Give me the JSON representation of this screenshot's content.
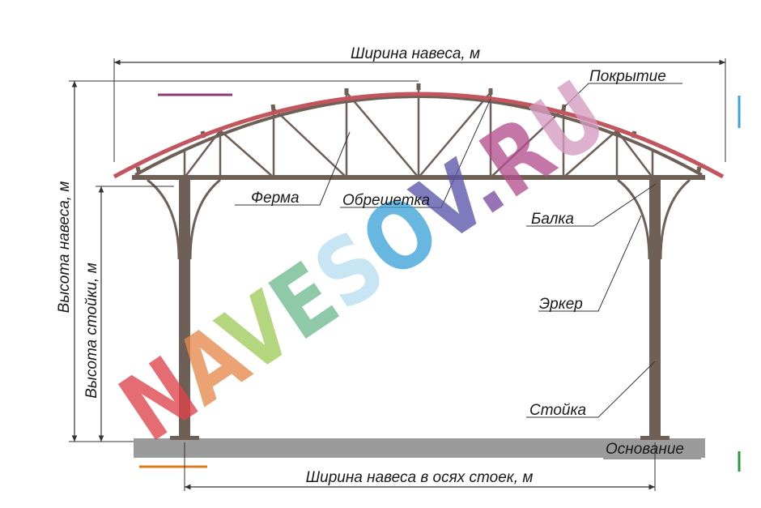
{
  "labels": {
    "canopy_width": "Ширина навеса, м",
    "roofing": "Покрытие",
    "truss": "Ферма",
    "lathing": "Обрешетка",
    "beam": "Балка",
    "bay_bracket": "Эркер",
    "post": "Стойка",
    "base": "Основание",
    "canopy_height": "Высота навеса, м",
    "post_height": "Высота стойки, м",
    "width_between_post_axes": "Ширина навеса в осях стоек, м"
  },
  "watermark": {
    "text": "NAVESOV.RU",
    "colors": [
      "#e0444c",
      "#e8954a",
      "#8cc653",
      "#6dba97",
      "#3ea3d8",
      "#5c56a8",
      "#c8407e"
    ]
  },
  "colors": {
    "structure": "#6e5f57",
    "roofing": "#c2555e",
    "ground": "#9b9b9b",
    "dimension_line": "#333333"
  }
}
